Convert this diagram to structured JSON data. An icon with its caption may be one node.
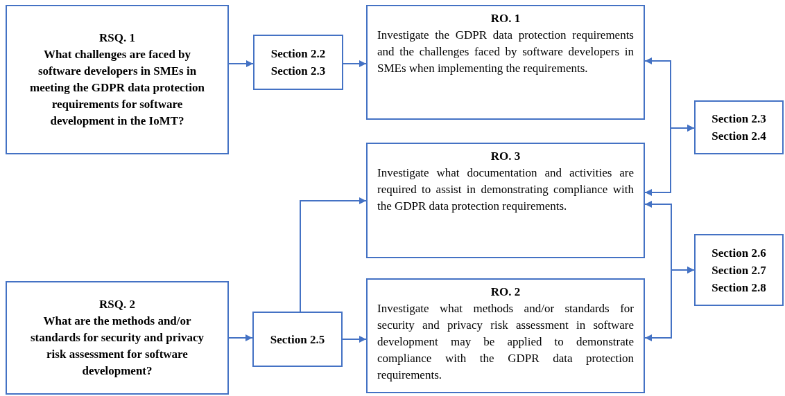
{
  "diagram": {
    "nodes": [
      {
        "text": [
          "RSQ. 1",
          "What challenges are faced by software developers in SMEs in meeting the GDPR data protection requirements for software development in the IoMT?"
        ]
      },
      {
        "text": [
          "Section 2.2",
          "Section 2.3"
        ]
      },
      {
        "text": [
          "RO. 1",
          "Investigate the GDPR data protection requirements and the challenges faced by software developers in SMEs when implementing the requirements."
        ]
      },
      {
        "text": [
          "Section 2.3",
          "Section 2.4"
        ]
      },
      {
        "text": [
          "RO. 3",
          "Investigate what documentation and activities are required to assist in demonstrating compliance with the GDPR data protection requirements."
        ]
      },
      {
        "text": [
          "RSQ. 2",
          "What are the methods and/or standards for security and privacy risk assessment for software development?"
        ]
      },
      {
        "text": [
          "Section 2.5"
        ]
      },
      {
        "text": [
          "RO. 2",
          "Investigate what methods and/or standards for security and privacy risk assessment in software development may be applied to demonstrate compliance with the GDPR data protection requirements."
        ]
      },
      {
        "text": [
          "Section 2.6",
          "Section 2.7",
          "Section 2.8"
        ]
      }
    ],
    "edges": [
      {
        "from": 0,
        "to": 1,
        "arrow": "to"
      },
      {
        "from": 1,
        "to": 2,
        "arrow": "to"
      },
      {
        "from": 2,
        "to": 3,
        "arrow": "both"
      },
      {
        "from": 4,
        "to": 3,
        "arrow": "both"
      },
      {
        "from": 4,
        "to": 8,
        "arrow": "both"
      },
      {
        "from": 7,
        "to": 8,
        "arrow": "both"
      },
      {
        "from": 5,
        "to": 6,
        "arrow": "to"
      },
      {
        "from": 6,
        "to": 7,
        "arrow": "to"
      },
      {
        "from": 6,
        "to": 4,
        "arrow": "to"
      }
    ]
  }
}
